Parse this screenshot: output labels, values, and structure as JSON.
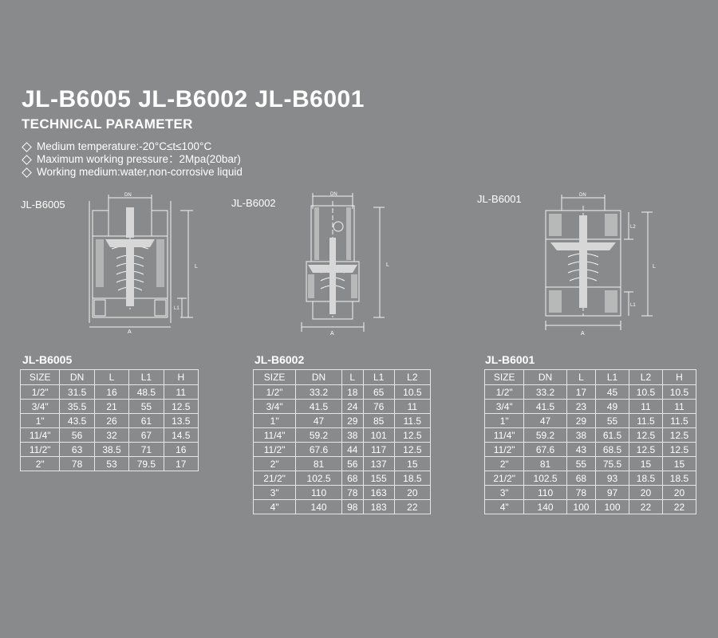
{
  "header": {
    "title": "JL-B6005 JL-B6002 JL-B6001",
    "subtitle": "TECHNICAL PARAMETER"
  },
  "specs": [
    "Medium temperature:-20°C≤t≤100°C",
    "Maximum working pressure：2Mpa(20bar)",
    "Working medium:water,non-corrosive liquid"
  ],
  "drawings": {
    "b6005": {
      "label": "JL-B6005",
      "dims": {
        "dn": "DN",
        "l": "L",
        "l1": "L1",
        "a": "A"
      }
    },
    "b6002": {
      "label": "JL-B6002",
      "dims": {
        "dn": "DN",
        "l": "L",
        "a": "A"
      }
    },
    "b6001": {
      "label": "JL-B6001",
      "dims": {
        "dn": "DN",
        "l": "L",
        "l1": "L1",
        "l2": "L2",
        "a": "A"
      }
    }
  },
  "tables": {
    "b6005": {
      "title": "JL-B6005",
      "headers": [
        "SIZE",
        "DN",
        "L",
        "L1",
        "H"
      ],
      "rows": [
        [
          "1/2\"",
          "31.5",
          "16",
          "48.5",
          "11"
        ],
        [
          "3/4\"",
          "35.5",
          "21",
          "55",
          "12.5"
        ],
        [
          "1\"",
          "43.5",
          "26",
          "61",
          "13.5"
        ],
        [
          "11/4\"",
          "56",
          "32",
          "67",
          "14.5"
        ],
        [
          "11/2\"",
          "63",
          "38.5",
          "71",
          "16"
        ],
        [
          "2\"",
          "78",
          "53",
          "79.5",
          "17"
        ]
      ]
    },
    "b6002": {
      "title": "JL-B6002",
      "headers": [
        "SIZE",
        "DN",
        "L",
        "L1",
        "L2"
      ],
      "rows": [
        [
          "1/2\"",
          "33.2",
          "18",
          "65",
          "10.5"
        ],
        [
          "3/4\"",
          "41.5",
          "24",
          "76",
          "11"
        ],
        [
          "1\"",
          "47",
          "29",
          "85",
          "11.5"
        ],
        [
          "11/4\"",
          "59.2",
          "38",
          "101",
          "12.5"
        ],
        [
          "11/2\"",
          "67.6",
          "44",
          "117",
          "12.5"
        ],
        [
          "2\"",
          "81",
          "56",
          "137",
          "15"
        ],
        [
          "21/2\"",
          "102.5",
          "68",
          "155",
          "18.5"
        ],
        [
          "3\"",
          "110",
          "78",
          "163",
          "20"
        ],
        [
          "4\"",
          "140",
          "98",
          "183",
          "22"
        ]
      ]
    },
    "b6001": {
      "title": "JL-B6001",
      "headers": [
        "SIZE",
        "DN",
        "L",
        "L1",
        "L2",
        "H"
      ],
      "rows": [
        [
          "1/2\"",
          "33.2",
          "17",
          "45",
          "10.5",
          "10.5"
        ],
        [
          "3/4\"",
          "41.5",
          "23",
          "49",
          "11",
          "11"
        ],
        [
          "1\"",
          "47",
          "29",
          "55",
          "11.5",
          "11.5"
        ],
        [
          "11/4\"",
          "59.2",
          "38",
          "61.5",
          "12.5",
          "12.5"
        ],
        [
          "11/2\"",
          "67.6",
          "43",
          "68.5",
          "12.5",
          "12.5"
        ],
        [
          "2\"",
          "81",
          "55",
          "75.5",
          "15",
          "15"
        ],
        [
          "21/2\"",
          "102.5",
          "68",
          "93",
          "18.5",
          "18.5"
        ],
        [
          "3\"",
          "110",
          "78",
          "97",
          "20",
          "20"
        ],
        [
          "4\"",
          "140",
          "100",
          "100",
          "22",
          "22"
        ]
      ]
    }
  }
}
